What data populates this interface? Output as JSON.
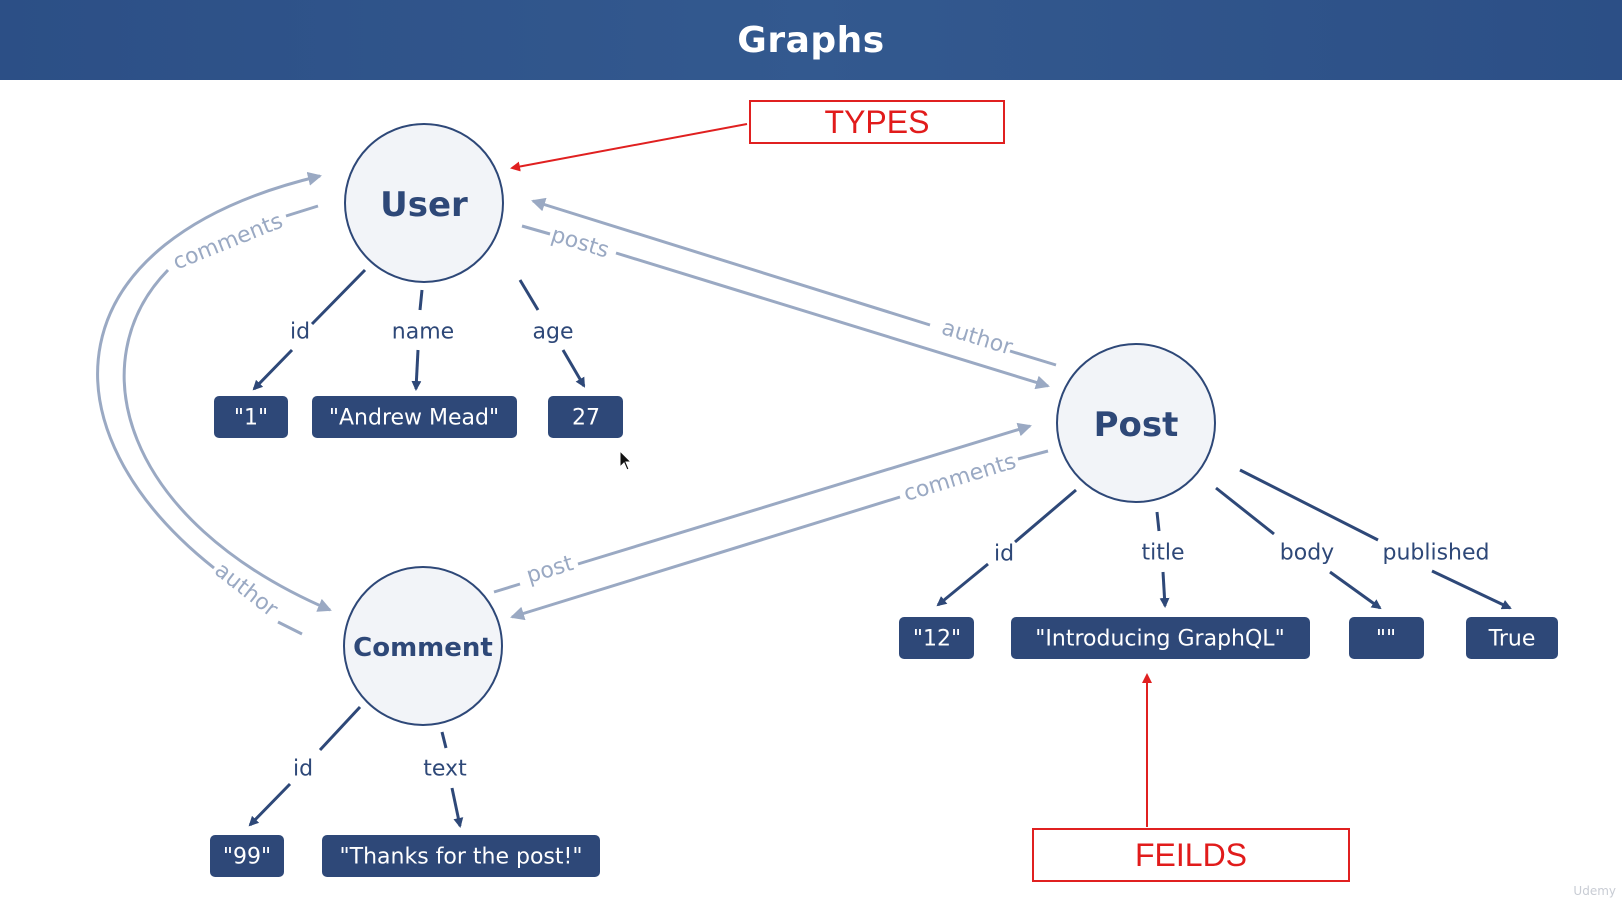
{
  "header": {
    "title": "Graphs"
  },
  "nodes": {
    "user": {
      "label": "User"
    },
    "post": {
      "label": "Post"
    },
    "comment": {
      "label": "Comment"
    }
  },
  "fields": {
    "user": [
      {
        "name": "id",
        "value": "\"1\""
      },
      {
        "name": "name",
        "value": "\"Andrew Mead\""
      },
      {
        "name": "age",
        "value": "27"
      }
    ],
    "post": [
      {
        "name": "id",
        "value": "\"12\""
      },
      {
        "name": "title",
        "value": "\"Introducing GraphQL\""
      },
      {
        "name": "body",
        "value": "\"\""
      },
      {
        "name": "published",
        "value": "True"
      }
    ],
    "comment": [
      {
        "name": "id",
        "value": "\"99\""
      },
      {
        "name": "text",
        "value": "\"Thanks for the post!\""
      }
    ]
  },
  "relations": {
    "user_posts": "posts",
    "post_author": "author",
    "user_comments": "comments",
    "comment_author": "author",
    "post_comments": "comments",
    "comment_post": "post"
  },
  "annotations": {
    "types": "TYPES",
    "fields": "FEILDS"
  },
  "colors": {
    "header_bg": "#2c4f86",
    "node_stroke": "#2e4878",
    "value_box": "#2e4878",
    "relation": "#9aa9c3",
    "annotation": "#e02020"
  },
  "watermark": "Udemy"
}
